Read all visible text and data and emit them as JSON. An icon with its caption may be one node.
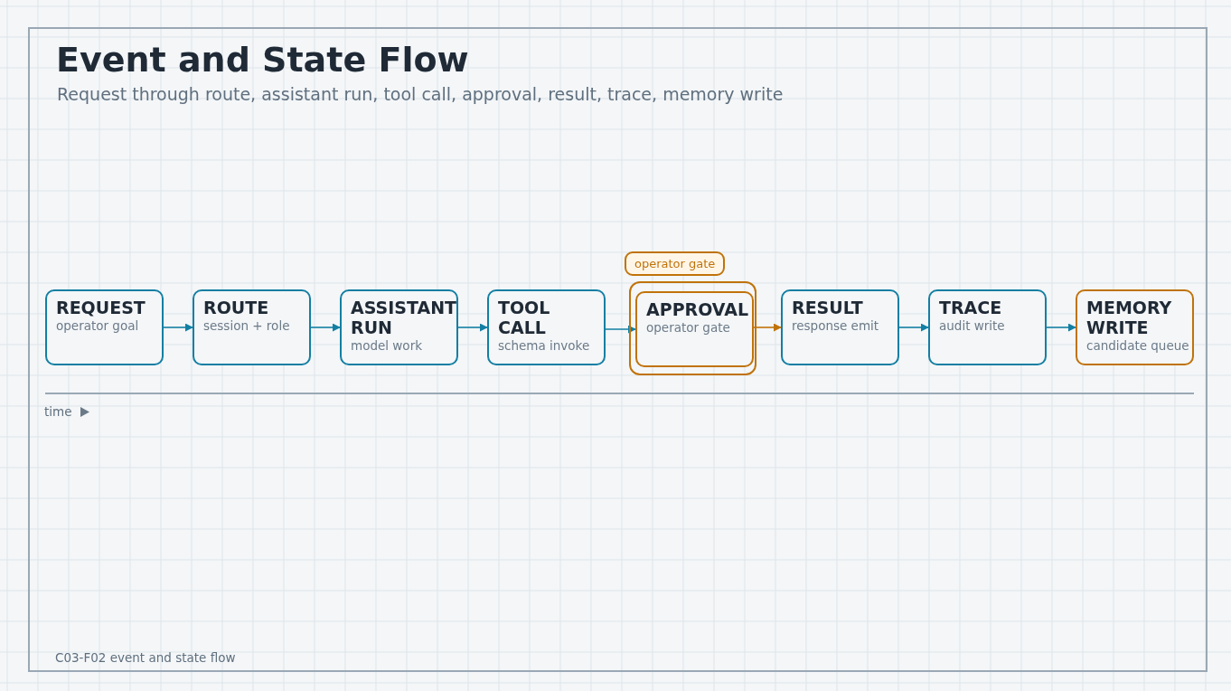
{
  "diagram": {
    "title": "Event and State Flow",
    "caption": "Request through route, assistant run, tool call, approval, result, trace, memory write",
    "nodes": [
      {
        "text": [
          "REQUEST",
          "operator goal"
        ]
      },
      {
        "text": [
          "ROUTE",
          "session + role"
        ]
      },
      {
        "text": [
          "ASSISTANT RUN",
          "model work"
        ]
      },
      {
        "text": [
          "TOOL CALL",
          "schema invoke"
        ]
      },
      {
        "text": [
          "operator gate"
        ]
      },
      {
        "text": [
          "APPROVAL",
          "operator gate"
        ],
        "in": 4
      },
      {
        "text": [
          "RESULT",
          "response emit"
        ]
      },
      {
        "text": [
          "TRACE",
          "audit write"
        ]
      },
      {
        "text": [
          "MEMORY WRITE",
          "candidate queue"
        ]
      }
    ],
    "edges": [
      {
        "from": 0,
        "to": 1,
        "arrow": "to"
      },
      {
        "from": 1,
        "to": 2,
        "arrow": "to"
      },
      {
        "from": 2,
        "to": 3,
        "arrow": "to"
      },
      {
        "from": 3,
        "to": 5,
        "arrow": "to"
      },
      {
        "from": 5,
        "to": 6,
        "arrow": "to",
        "color": "#c0730a"
      },
      {
        "from": 6,
        "to": 7,
        "arrow": "to"
      },
      {
        "from": 7,
        "to": 8,
        "arrow": "to"
      }
    ],
    "labels": [
      "time",
      "C03-F02  event and state flow"
    ]
  }
}
